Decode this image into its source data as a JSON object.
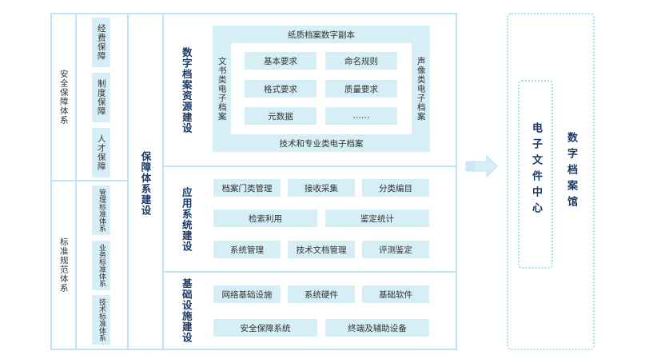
{
  "guarantee": {
    "title": "保障体系建设",
    "security": {
      "label": "安全保障体系",
      "items": [
        "经费保障",
        "制度保障",
        "人才保障"
      ]
    },
    "standards": {
      "label": "标准规范体系",
      "items": [
        "管理标准体系",
        "业务标准体系",
        "技术标准体系"
      ]
    }
  },
  "resources": {
    "title": "数字档案资源建设",
    "top_label": "纸质档案数字副本",
    "bottom_label": "技术和专业类电子档案",
    "left_label": "文书类电子档案",
    "right_label": "声像类电子档案",
    "grid": [
      "基本要求",
      "命名规则",
      "格式要求",
      "质量要求",
      "元数据",
      "……"
    ]
  },
  "application": {
    "title": "应用系统建设",
    "row1": [
      "档案门类管理",
      "接收采集",
      "分类编目"
    ],
    "row2": [
      "检索利用",
      "鉴定统计"
    ],
    "row3": [
      "系统管理",
      "技术文档管理",
      "评测鉴定"
    ]
  },
  "infrastructure": {
    "title": "基础设施建设",
    "row1": [
      "网络基础设施",
      "系统硬件",
      "基础软件"
    ],
    "row2": [
      "安全保障系统",
      "终端及辅助设备"
    ]
  },
  "archive": {
    "outer_label": "数字档案馆",
    "inner_label": "电子文件中心"
  },
  "icons": {
    "arrow": "right-arrow-icon"
  },
  "colors": {
    "border": "#bfe4f3",
    "fill": "#d6eef5",
    "title": "#1c3a64",
    "dashed": "#a9def0"
  }
}
